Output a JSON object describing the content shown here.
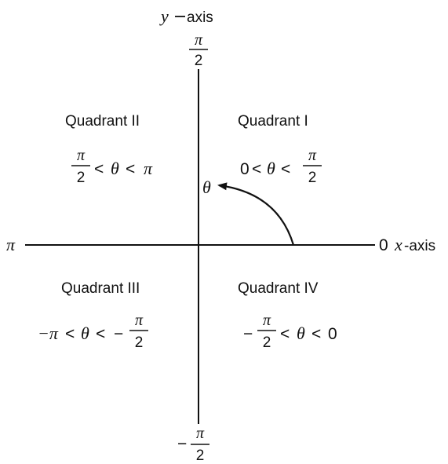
{
  "axes": {
    "y_axis_label": "y",
    "y_axis_word": "axis",
    "x_axis_label": "x",
    "x_axis_word": "-axis",
    "top": {
      "num": "π",
      "den": "2"
    },
    "bottom": {
      "sign": "−",
      "num": "π",
      "den": "2"
    },
    "left": "π",
    "right": "0"
  },
  "angle_symbol": "θ",
  "quadrants": {
    "q1": {
      "label": "Quadrant I",
      "left": "0",
      "lt1": "<",
      "theta": "θ",
      "lt2": "<",
      "num": "π",
      "den": "2"
    },
    "q2": {
      "label": "Quadrant II",
      "num": "π",
      "den": "2",
      "lt1": "<",
      "theta": "θ",
      "lt2": "<",
      "right": "π"
    },
    "q3": {
      "label": "Quadrant III",
      "left": "−π",
      "lt1": "<",
      "theta": "θ",
      "lt2": "<",
      "sign": "−",
      "num": "π",
      "den": "2"
    },
    "q4": {
      "label": "Quadrant IV",
      "sign": "−",
      "num": "π",
      "den": "2",
      "lt1": "<",
      "theta": "θ",
      "lt2": "<",
      "right": "0"
    }
  },
  "colors": {
    "ink": "#111111",
    "background": "#ffffff"
  }
}
